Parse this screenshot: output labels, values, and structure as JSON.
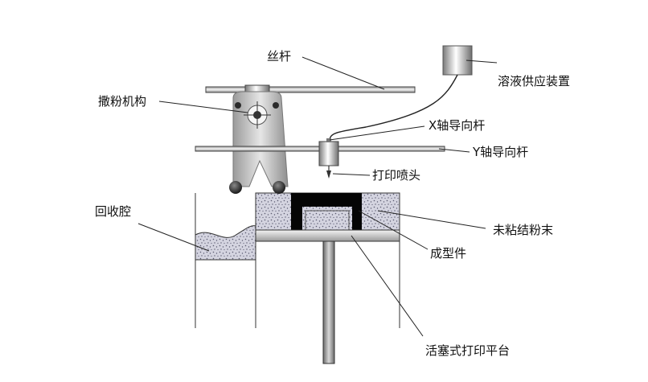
{
  "labels": {
    "lead_screw": "丝杆",
    "powder_mechanism": "撒粉机构",
    "solution_supply": "溶液供应装置",
    "x_guide": "X轴导向杆",
    "y_guide": "Y轴导向杆",
    "print_head": "打印喷头",
    "recovery_chamber": "回收腔",
    "unbonded_powder": "未粘结粉末",
    "formed_part": "成型件",
    "piston_platform": "活塞式打印平台"
  }
}
